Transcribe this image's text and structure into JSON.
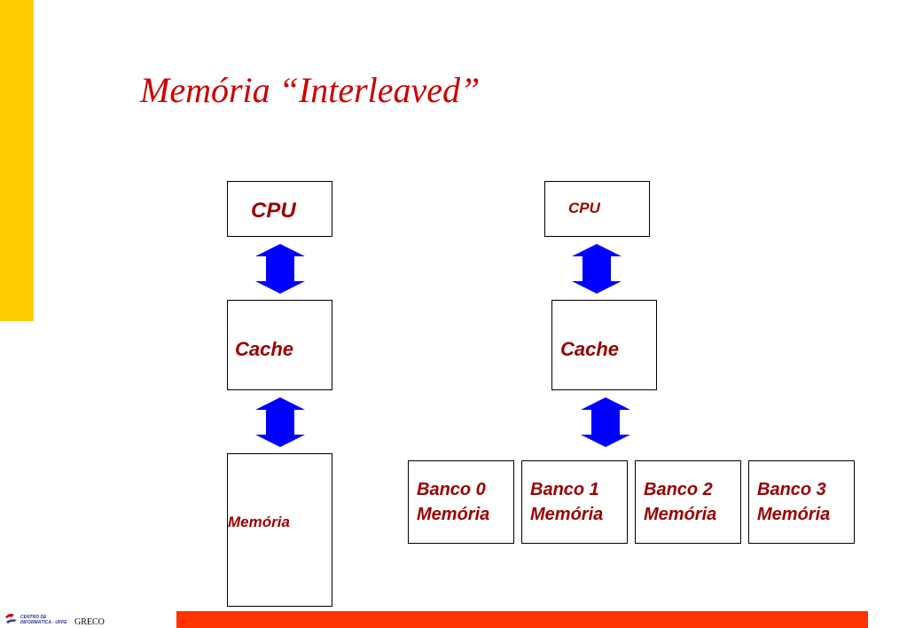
{
  "slide": {
    "title": "Memória “Interleaved”"
  },
  "left": {
    "cpu": "CPU",
    "cache": "Cache",
    "memory": "Memória"
  },
  "right": {
    "cpu": "CPU",
    "cache": "Cache",
    "banks": [
      {
        "line1": "Banco 0",
        "line2": "Memória"
      },
      {
        "line1": "Banco 1",
        "line2": "Memória"
      },
      {
        "line1": "Banco 2",
        "line2": "Memória"
      },
      {
        "line1": "Banco 3",
        "line2": "Memória"
      }
    ]
  },
  "footer": {
    "center_line1": "CENTRO DE",
    "center_line2": "INFORMÁTICA - UFPE",
    "group": "GRECO"
  },
  "colors": {
    "accent_yellow": "#ffcc00",
    "accent_red": "#ff3300",
    "title_red": "#cc0000",
    "label_darkred": "#990000",
    "arrow_blue": "#0000ff"
  },
  "icons": {
    "arrow": "double-headed-vertical-arrow",
    "logo": "cin-logo-icon"
  }
}
